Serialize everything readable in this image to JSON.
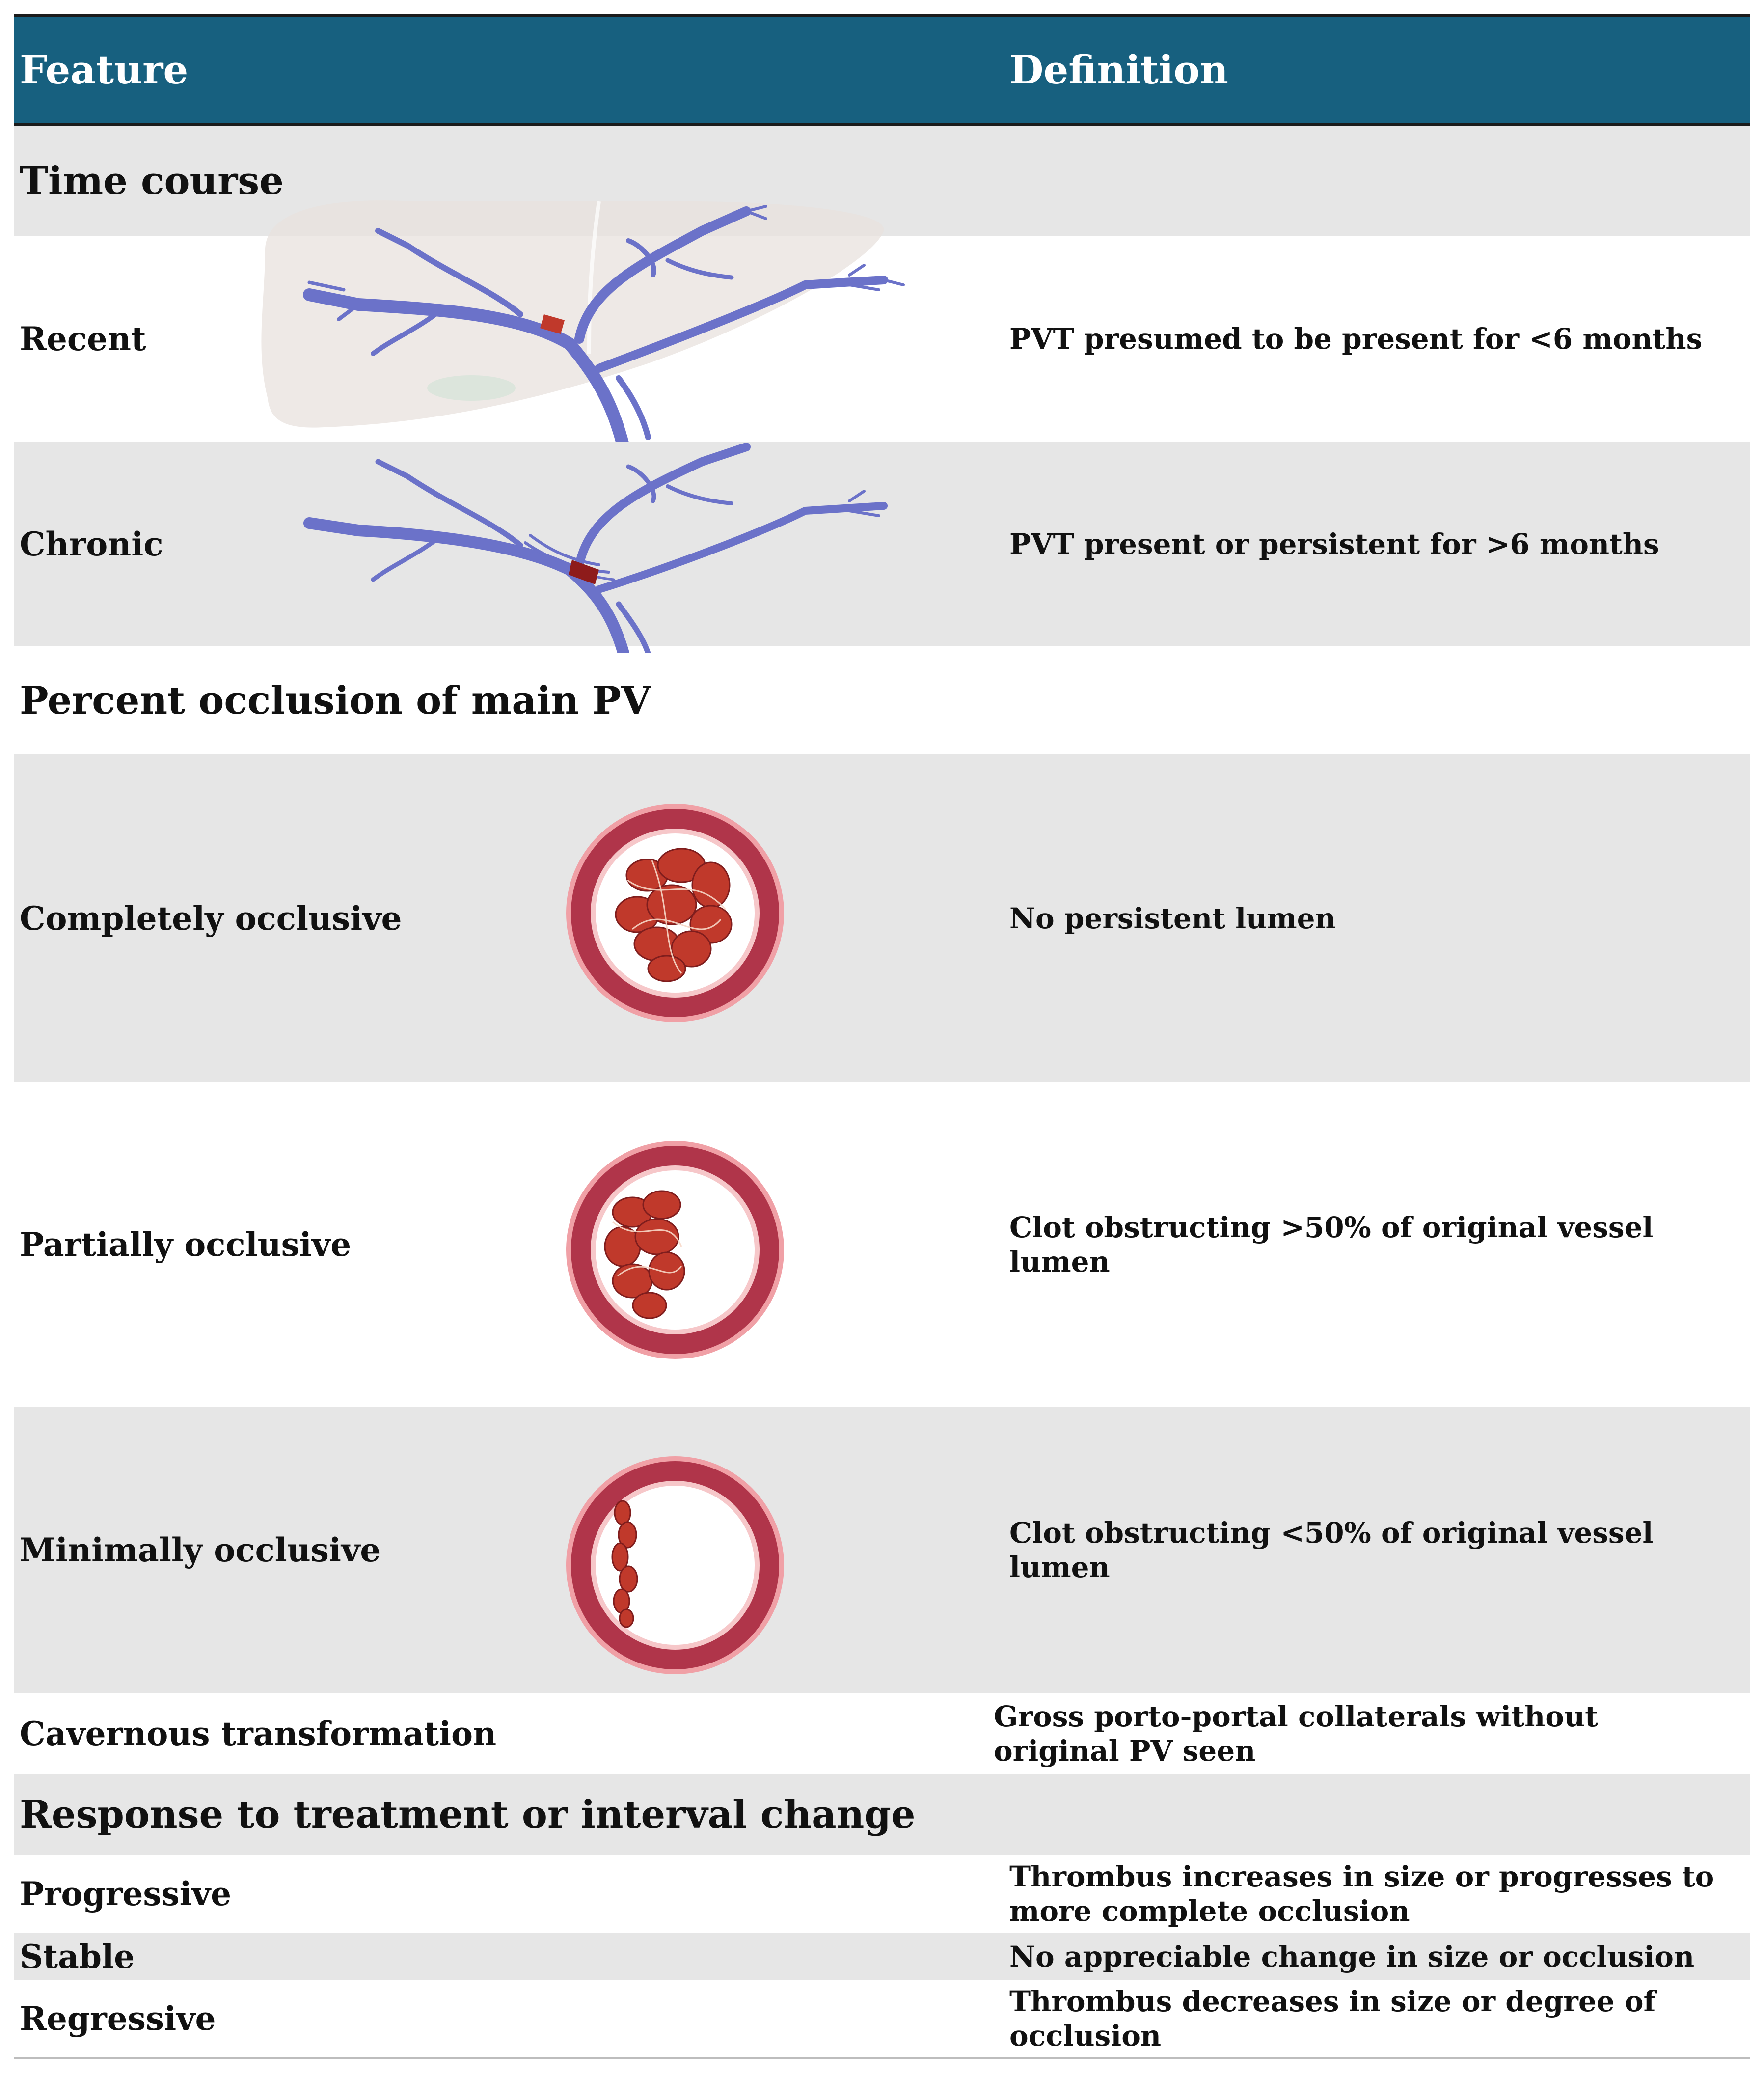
{
  "header": {
    "feature": "Feature",
    "definition": "Definition"
  },
  "sections": {
    "time_course": "Time course",
    "percent_occlusion": "Percent occlusion of main PV",
    "response": "Response to treatment or interval change"
  },
  "rows": {
    "recent": {
      "feature": "Recent",
      "definition": "PVT presumed to be present for <6 months"
    },
    "chronic": {
      "feature": "Chronic",
      "definition": "PVT present or persistent for >6 months"
    },
    "complete": {
      "feature": "Completely occlusive",
      "definition": "No persistent lumen"
    },
    "partial": {
      "feature": "Partially occlusive",
      "definition": "Clot obstructing >50% of original vessel lumen"
    },
    "minimal": {
      "feature": "Minimally occlusive",
      "definition": "Clot obstructing <50% of original vessel lumen"
    },
    "cavernous": {
      "feature": "Cavernous transformation",
      "definition": "Gross porto-portal collaterals without original PV seen"
    },
    "progressive": {
      "feature": "Progressive",
      "definition": "Thrombus increases in size or progresses to more complete occlusion"
    },
    "stable": {
      "feature": "Stable",
      "definition": "No appreciable change in size or occlusion"
    },
    "regressive": {
      "feature": "Regressive",
      "definition": "Thrombus decreases in size or degree of occlusion"
    }
  },
  "colors": {
    "header_bg": "#17607f",
    "row_gray": "#e6e6e6",
    "vein": "#6b72c9",
    "vessel_wall": "#b0354a",
    "clot": "#c0392b",
    "liver": "#e8e2dd"
  }
}
